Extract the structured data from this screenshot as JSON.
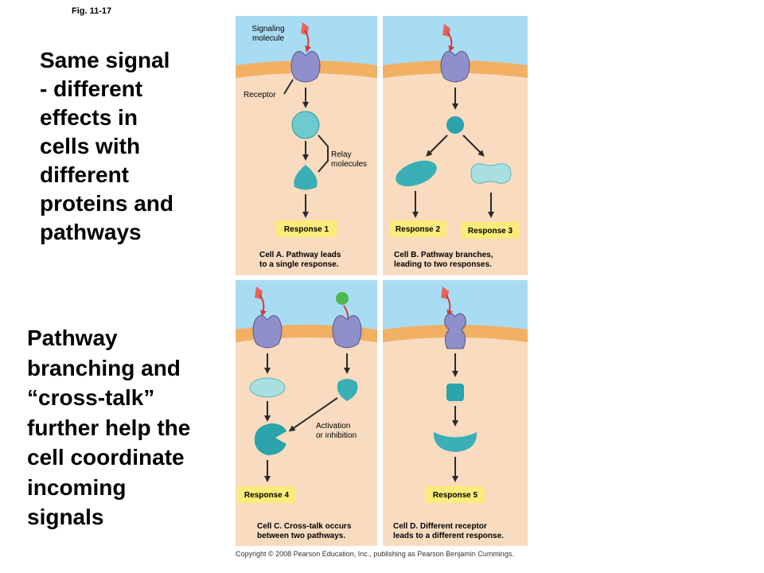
{
  "fig_label": "Fig. 11-17",
  "heading_lines": [
    "Same signal",
    "- different",
    "effects in",
    "cells with",
    "different",
    "proteins and",
    "pathways"
  ],
  "body_lines": [
    "Pathway",
    "branching and",
    "“cross-talk”",
    "further help the",
    "cell coordinate",
    "incoming",
    "signals"
  ],
  "diagram": {
    "signaling_molecule": [
      "Signaling",
      "molecule"
    ],
    "receptor": "Receptor",
    "relay_molecules": [
      "Relay",
      "molecules"
    ],
    "activation": [
      "Activation",
      "or inhibition"
    ],
    "responses": [
      "Response 1",
      "Response 2",
      "Response 3",
      "Response 4",
      "Response 5"
    ],
    "captions": {
      "a": [
        "Cell A. Pathway leads",
        "to a single response."
      ],
      "b": [
        "Cell B. Pathway branches,",
        "leading to two responses."
      ],
      "c": [
        "Cell C. Cross-talk occurs",
        "between two pathways."
      ],
      "d": [
        "Cell D. Different receptor",
        "leads to a different response."
      ]
    }
  },
  "copyright": "Copyright © 2008 Pearson Education, Inc., publishing as Pearson Benjamin Cummings.",
  "colors": {
    "extracellular": "#a8dcf3",
    "membrane": "#f2b064",
    "cytoplasm": "#f9dcc0",
    "receptor": "#8f8fcb",
    "relay": "#3aafb5",
    "signal": "#e8645a",
    "response_box": "#f9ec7a",
    "arrow": "#2a2a2a"
  }
}
